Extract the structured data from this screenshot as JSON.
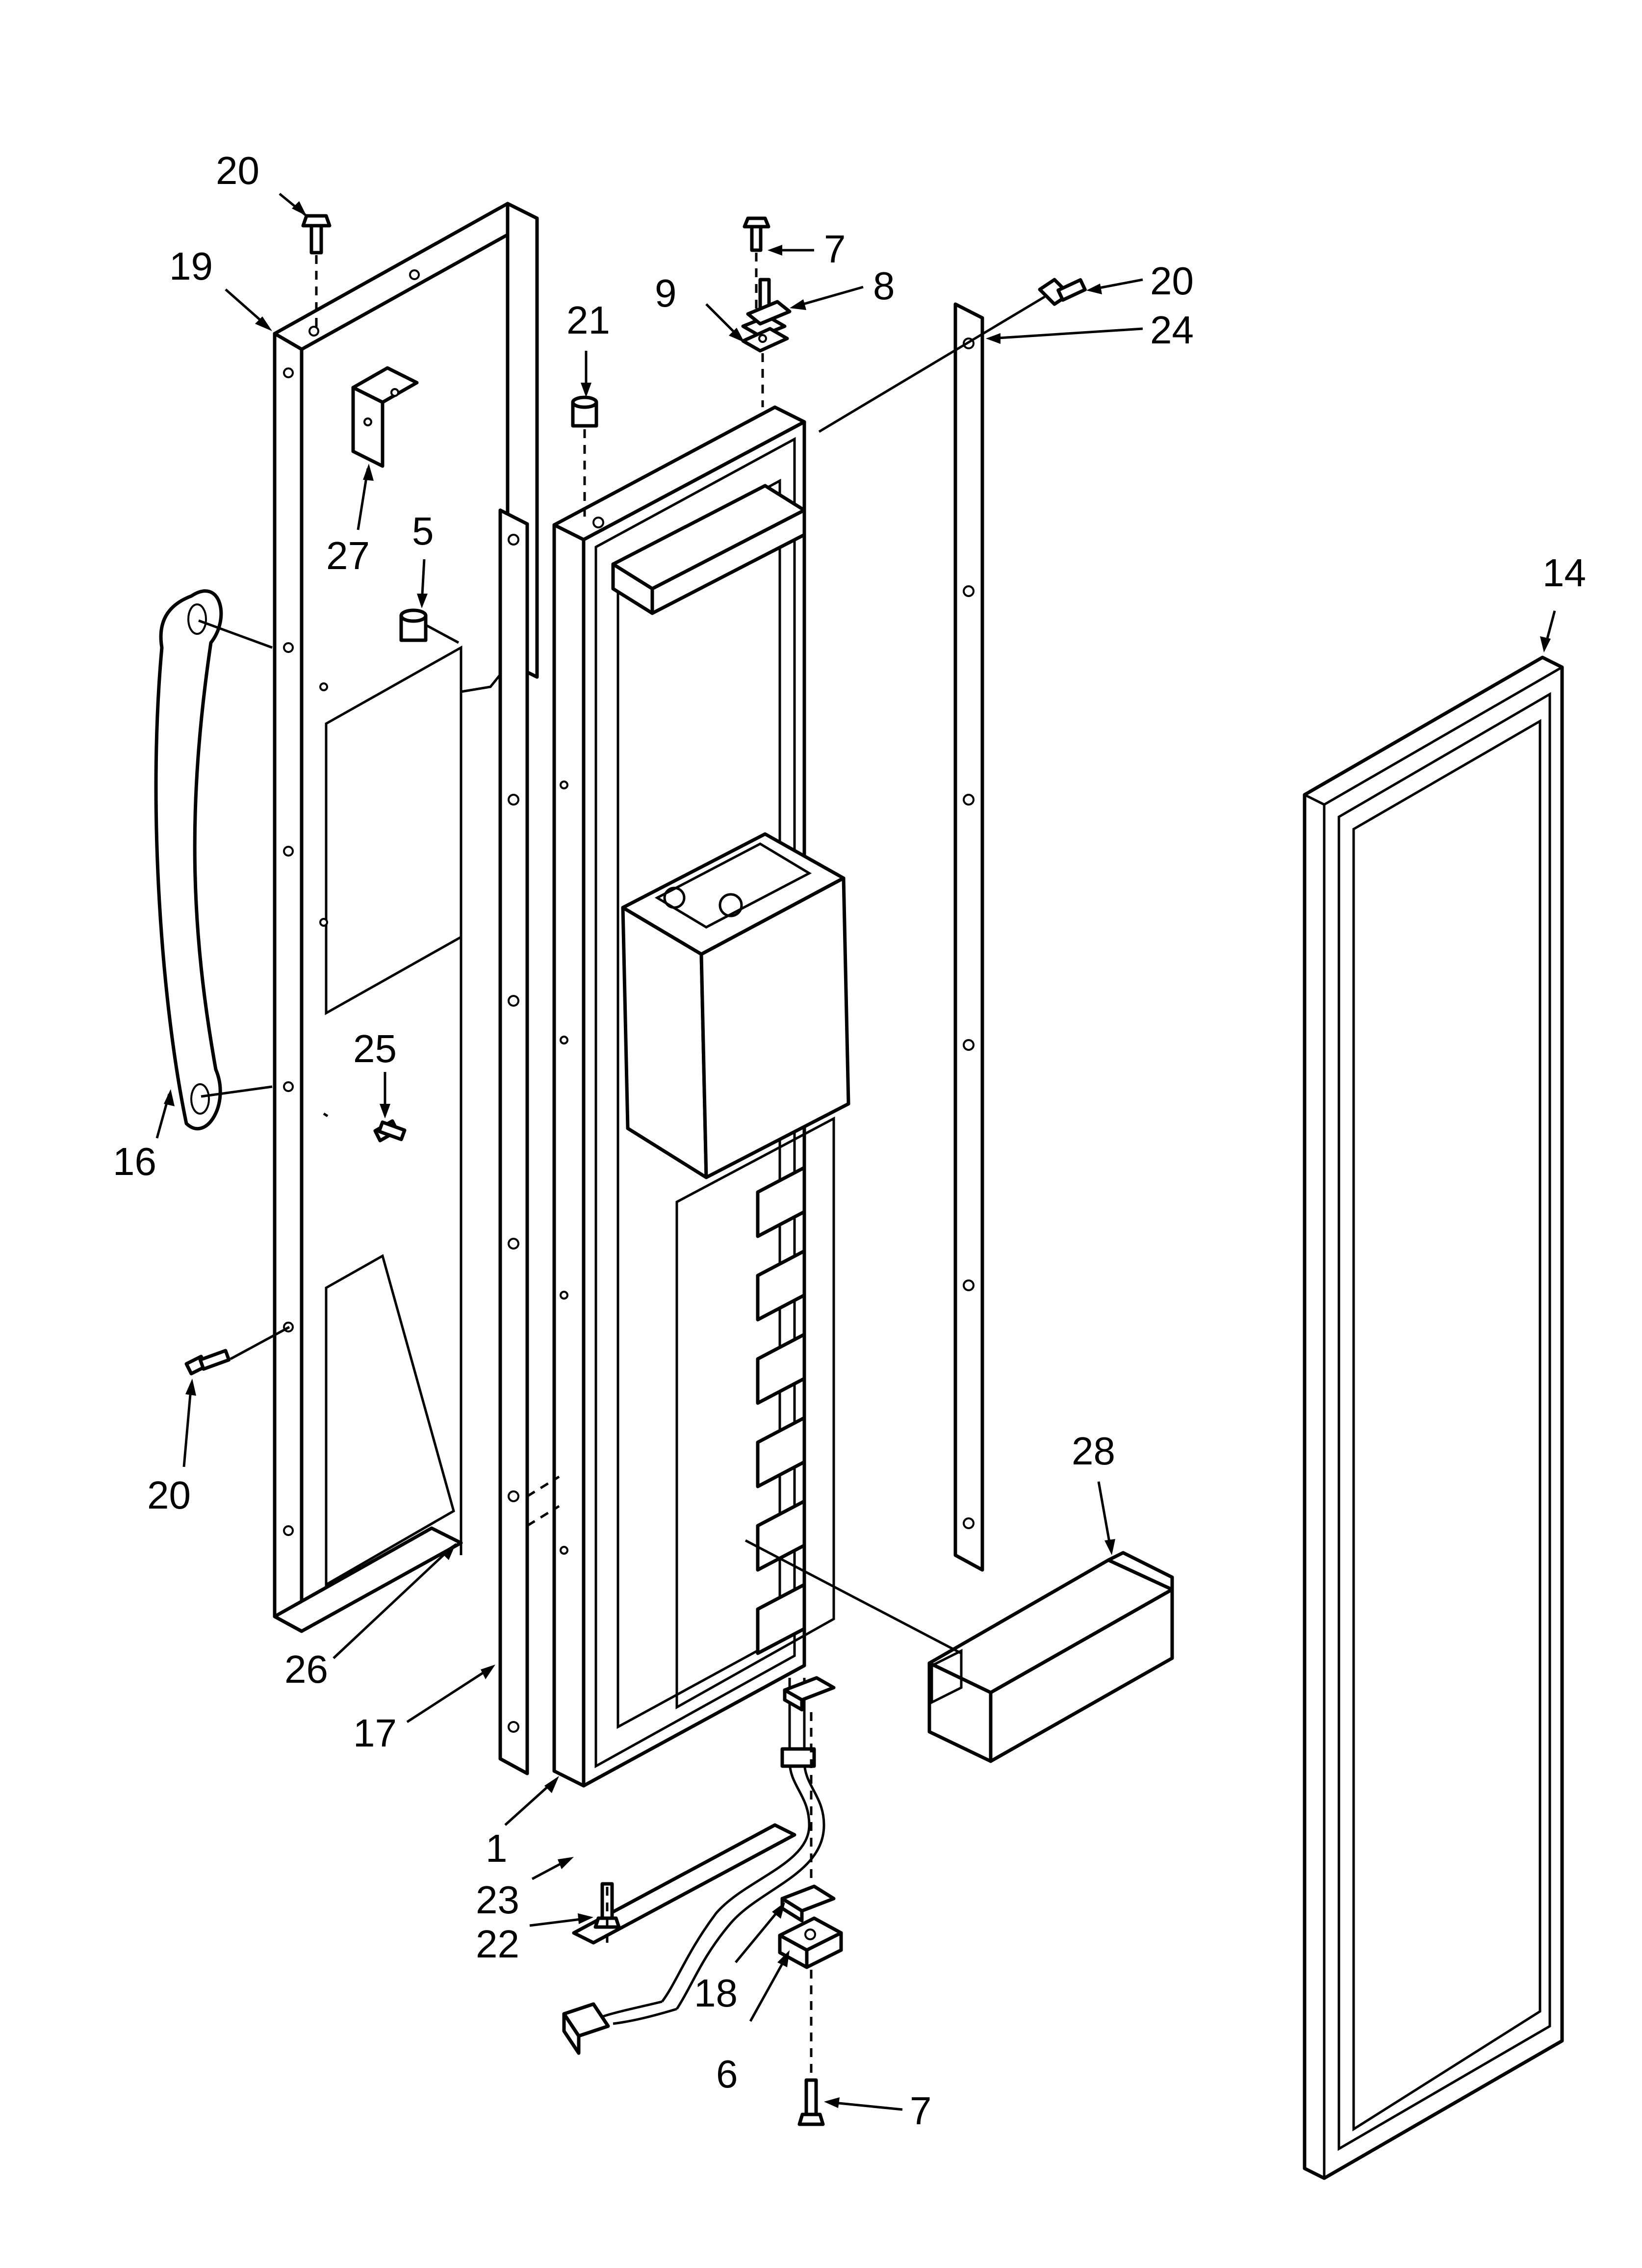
{
  "callouts": {
    "c1": "1",
    "c5": "5",
    "c6": "6",
    "c7a": "7",
    "c7b": "7",
    "c8": "8",
    "c9": "9",
    "c14": "14",
    "c16": "16",
    "c17": "17",
    "c18": "18",
    "c19": "19",
    "c20a": "20",
    "c20b": "20",
    "c20c": "20",
    "c21": "21",
    "c22": "22",
    "c23": "23",
    "c24": "24",
    "c25": "25",
    "c26": "26",
    "c27": "27",
    "c28": "28"
  }
}
